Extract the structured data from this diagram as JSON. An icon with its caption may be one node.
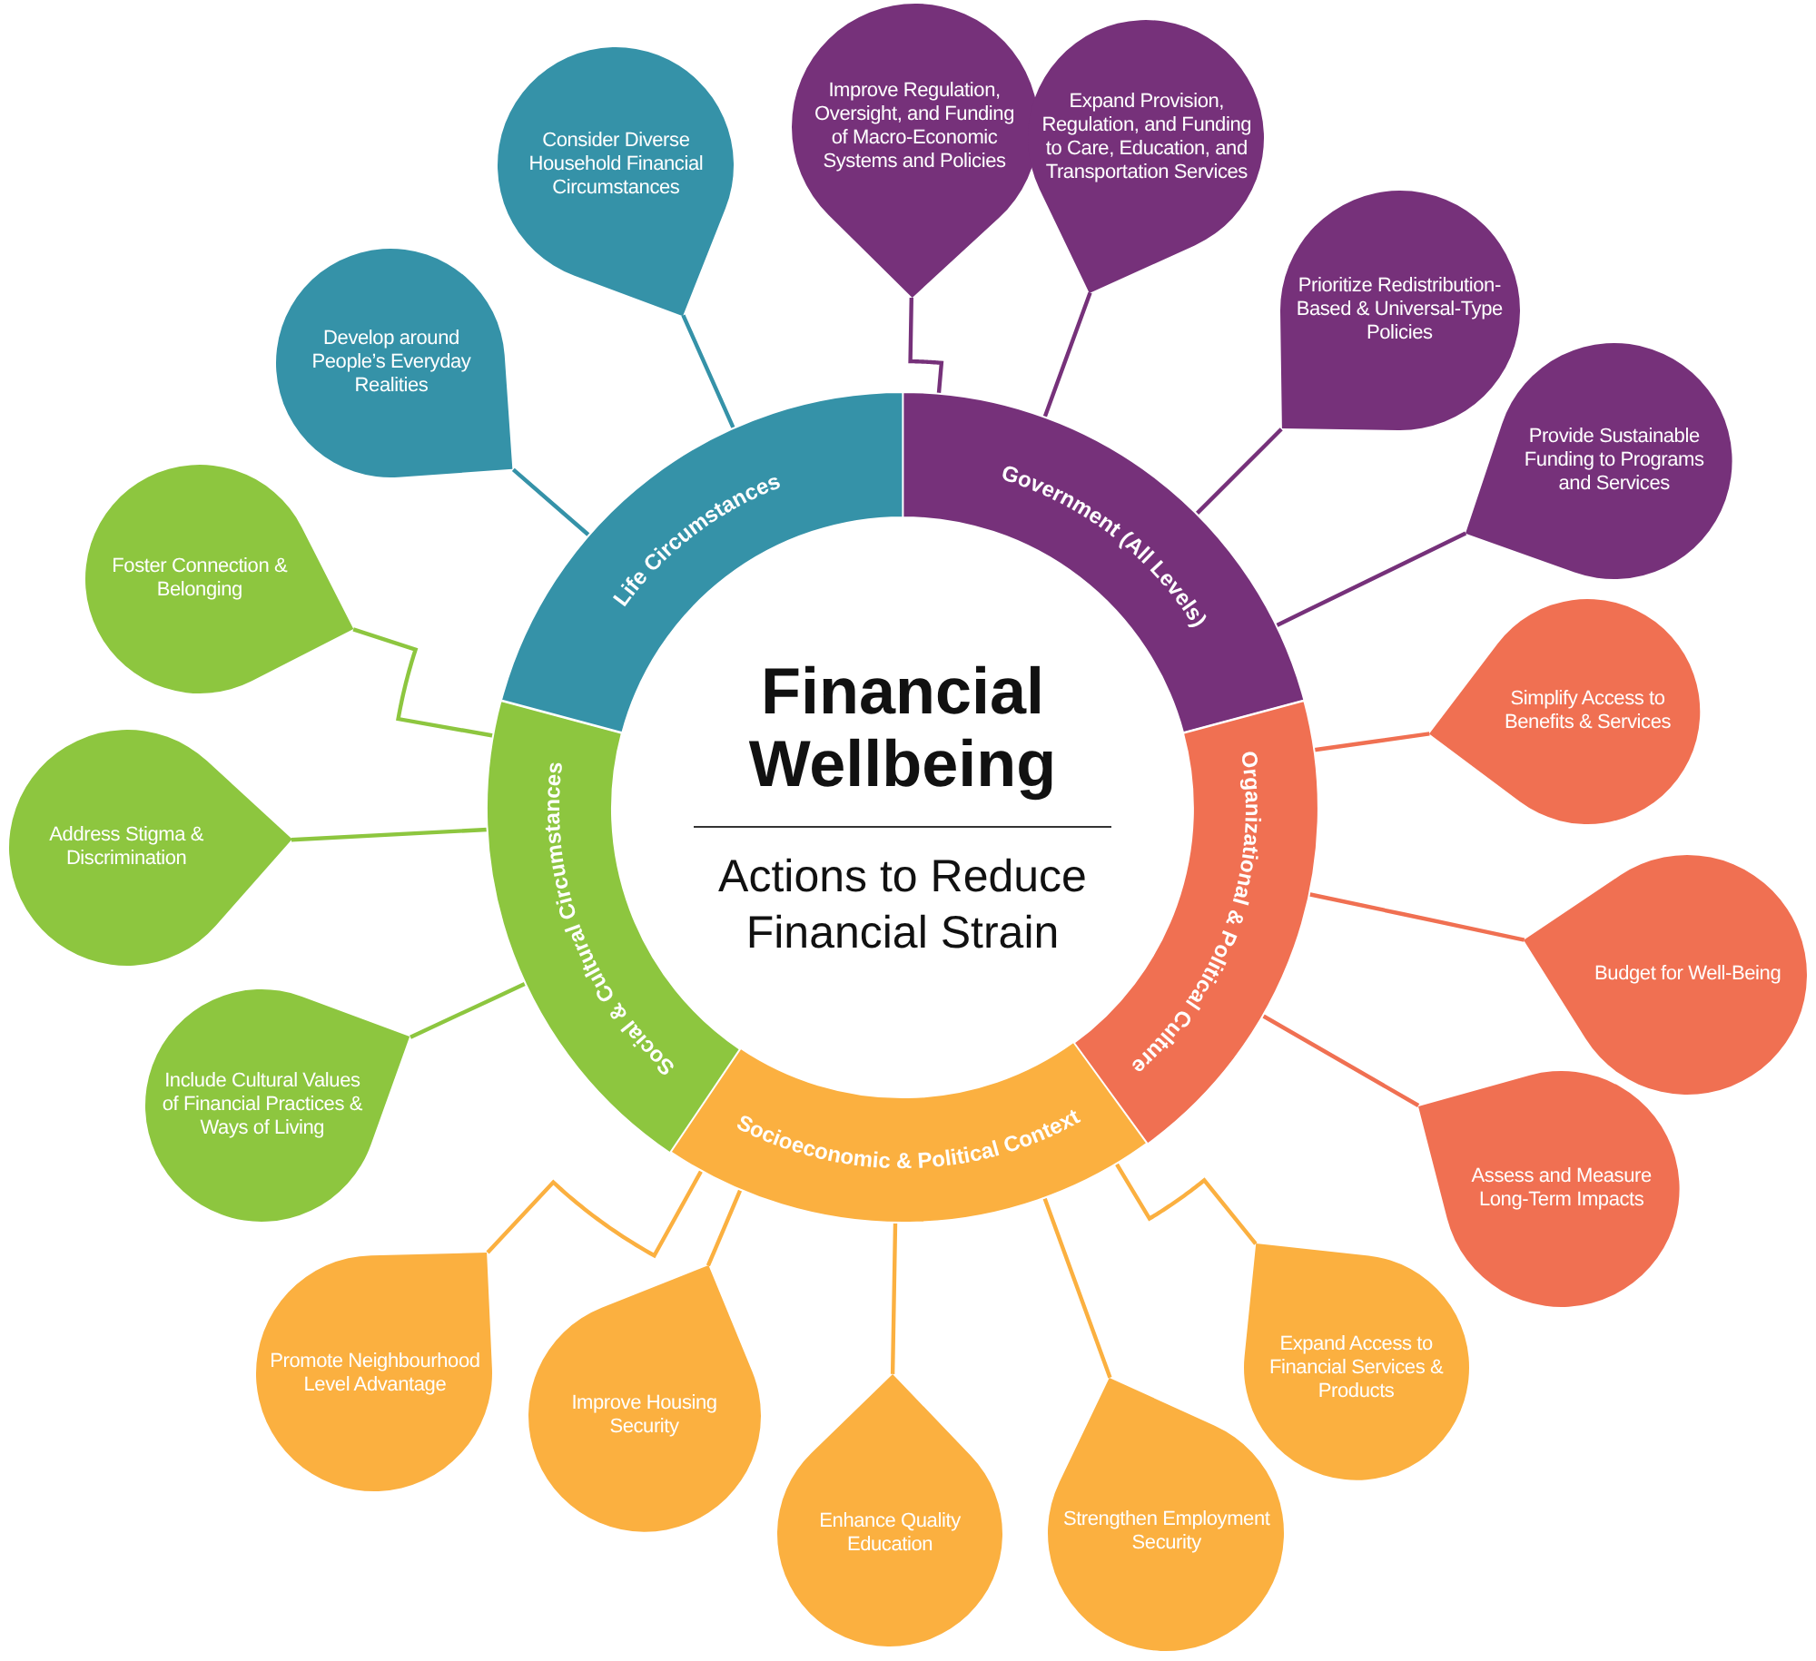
{
  "diagram": {
    "nodes": [
      {
        "text": [
          "Financial Wellbeing",
          "Actions to Reduce Financial Strain"
        ]
      },
      {
        "text": [
          "Government (All Levels)"
        ]
      },
      {
        "text": [
          "Organizational & Political Culture"
        ]
      },
      {
        "text": [
          "Socioeconomic & Political Context"
        ]
      },
      {
        "text": [
          "Social & Cultural Circumstances"
        ]
      },
      {
        "text": [
          "Life Circumstances"
        ]
      },
      {
        "text": [
          "Improve Regulation, Oversight, and Funding of Macro-Economic Systems and Policies"
        ]
      },
      {
        "text": [
          "Expand Provision, Regulation, and Funding to Care, Education, and Transportation Services"
        ]
      },
      {
        "text": [
          "Prioritize Redistribution-Based & Universal-Type Policies"
        ]
      },
      {
        "text": [
          "Provide Sustainable Funding to Programs and Services"
        ]
      },
      {
        "text": [
          "Simplify Access to Benefits & Services"
        ]
      },
      {
        "text": [
          "Budget for Well-Being"
        ]
      },
      {
        "text": [
          "Assess and Measure Long-Term Impacts"
        ]
      },
      {
        "text": [
          "Expand Access to Financial Services & Products"
        ]
      },
      {
        "text": [
          "Strengthen Employment Security"
        ]
      },
      {
        "text": [
          "Enhance Quality Education"
        ]
      },
      {
        "text": [
          "Improve Housing Security"
        ]
      },
      {
        "text": [
          "Promote Neighbourhood Level Advantage"
        ]
      },
      {
        "text": [
          "Include Cultural Values of Financial Practices & Ways of Living"
        ]
      },
      {
        "text": [
          "Address Stigma & Discrimination"
        ]
      },
      {
        "text": [
          "Foster Connection & Belonging"
        ]
      },
      {
        "text": [
          "Develop around People’s Everyday Realities"
        ]
      },
      {
        "text": [
          "Consider Diverse Household Financial Circumstances"
        ]
      }
    ],
    "edges": [
      {
        "from": 1,
        "to": 6,
        "arrow": "none",
        "color": "#76317a"
      },
      {
        "from": 1,
        "to": 7,
        "arrow": "none",
        "color": "#76317a"
      },
      {
        "from": 1,
        "to": 8,
        "arrow": "none",
        "color": "#76317a"
      },
      {
        "from": 1,
        "to": 9,
        "arrow": "none",
        "color": "#76317a"
      },
      {
        "from": 2,
        "to": 10,
        "arrow": "none",
        "color": "#f07052"
      },
      {
        "from": 2,
        "to": 11,
        "arrow": "none",
        "color": "#f07052"
      },
      {
        "from": 2,
        "to": 12,
        "arrow": "none",
        "color": "#f07052"
      },
      {
        "from": 3,
        "to": 13,
        "arrow": "none",
        "color": "#fbb040"
      },
      {
        "from": 3,
        "to": 14,
        "arrow": "none",
        "color": "#fbb040"
      },
      {
        "from": 3,
        "to": 15,
        "arrow": "none",
        "color": "#fbb040"
      },
      {
        "from": 3,
        "to": 16,
        "arrow": "none",
        "color": "#fbb040"
      },
      {
        "from": 3,
        "to": 17,
        "arrow": "none",
        "color": "#fbb040"
      },
      {
        "from": 4,
        "to": 18,
        "arrow": "none",
        "color": "#8dc63f"
      },
      {
        "from": 4,
        "to": 19,
        "arrow": "none",
        "color": "#8dc63f"
      },
      {
        "from": 4,
        "to": 20,
        "arrow": "none",
        "color": "#8dc63f"
      },
      {
        "from": 5,
        "to": 21,
        "arrow": "none",
        "color": "#3592a8"
      },
      {
        "from": 5,
        "to": 22,
        "arrow": "none",
        "color": "#3592a8"
      }
    ]
  }
}
